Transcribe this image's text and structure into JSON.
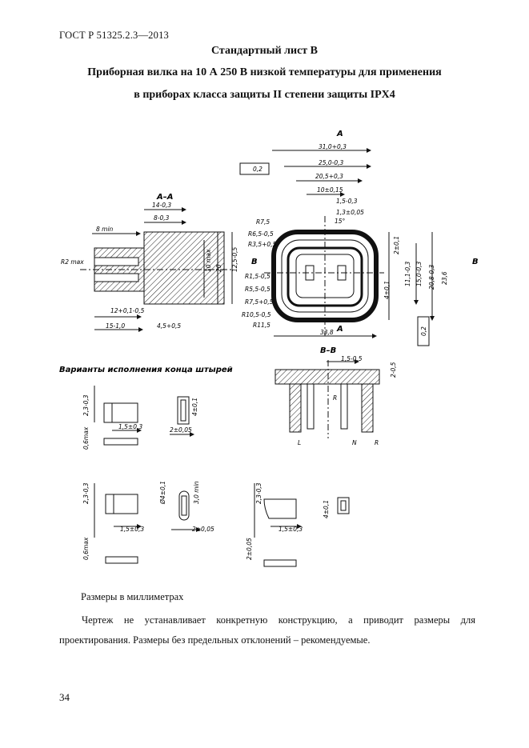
{
  "header": {
    "standard": "ГОСТ Р 51325.2.3—2013"
  },
  "title": {
    "sheet": "Стандартный лист В",
    "line1": "Приборная вилка на 10 А 250 В низкой температуры для применения",
    "line2": "в приборах класса защиты II степени защиты IPX4"
  },
  "drawing": {
    "section_aa": "А–А",
    "section_bb": "В–В",
    "marker_a": "А",
    "marker_b": "В",
    "variants_caption": "Варианты исполнения конца штырей",
    "tolerance_frame": "0,2",
    "dims": {
      "d31": "31,0+0,3",
      "d25": "25,0-0,3",
      "d205": "20,5+0,3",
      "d10": "10±0,15",
      "d15": "1,5-0,3",
      "d13": "1,3±0,05",
      "d14": "14-0,3",
      "d8": "8-0,3",
      "d8min": "8 min",
      "r2max": "R2 max",
      "r75": "R7,5",
      "r65": "R6,5-0,5",
      "r35": "R3,5+0,5",
      "r15": "R1,5-0,5",
      "r55": "R5,5-0,5",
      "r75b": "R7,5+0,5",
      "r105": "R10,5-0,5",
      "r115": "R11,5",
      "d15deg": "15°",
      "d10max": "10 max",
      "d20": "20",
      "d125": "12,5-0,5",
      "d12": "12+0,1-0,5",
      "d15b": "15-1,0",
      "d45": "4,5+0,5",
      "d338": "33,8",
      "d2": "2±0,1",
      "d111": "11,1-0,3",
      "d150": "15,0-0,3",
      "d208": "20,8-0,3",
      "d236": "23,6",
      "d4": "4±0,1",
      "dbb15": "1,5-0,5",
      "dbb2": "2-0,5",
      "r": "R",
      "n": "N",
      "l": "L",
      "v23": "2,3-0,3",
      "v06": "0,6max",
      "v153": "1,5±0,3",
      "v2005": "2±0,05",
      "v4": "4±0,1",
      "vd4": "Ø4±0,1",
      "v30": "3,0 min"
    }
  },
  "notes": {
    "units": "Размеры в миллиметрах",
    "text": "Чертеж не устанавливает конкретную конструкцию, а приводит размеры для проектирования. Размеры без предельных отклонений – рекомендуемые."
  },
  "page_number": "34"
}
